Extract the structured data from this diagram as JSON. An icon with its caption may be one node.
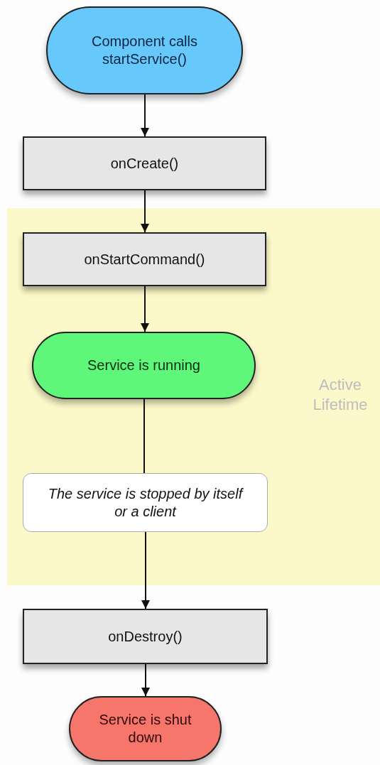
{
  "diagram": {
    "nodes": [
      {
        "text": [
          "Component calls startService()"
        ]
      },
      {
        "text": [
          "onCreate()"
        ]
      },
      {
        "text": [
          "Active Lifetime"
        ]
      },
      {
        "text": [
          "onStartCommand()"
        ],
        "in": 2
      },
      {
        "text": [
          "Service is running"
        ],
        "in": 2
      },
      {
        "text": [
          "The service is stopped by itself or a client"
        ],
        "in": 2
      },
      {
        "text": [
          "onDestroy()"
        ]
      },
      {
        "text": [
          "Service is shut down"
        ]
      }
    ],
    "edges": [
      {
        "from": 0,
        "to": 1,
        "arrow": "to"
      },
      {
        "from": 1,
        "to": 3,
        "arrow": "to"
      },
      {
        "from": 3,
        "to": 4,
        "arrow": "to"
      },
      {
        "from": 4,
        "to": 5,
        "arrow": "none"
      },
      {
        "from": 5,
        "to": 6,
        "arrow": "to"
      },
      {
        "from": 6,
        "to": 7,
        "arrow": "to"
      }
    ]
  }
}
